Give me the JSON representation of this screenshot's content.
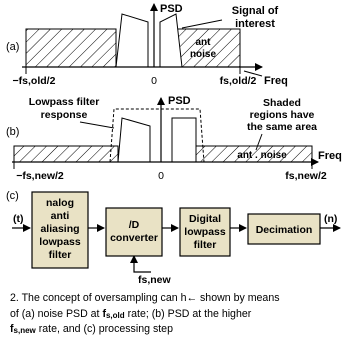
{
  "panel_a": {
    "tag": "(a)",
    "psd_label": "PSD",
    "signal_label_line1": "Signal of",
    "signal_label_line2": "interest",
    "noise_label_line1": "ant",
    "noise_label_line2": "noise",
    "freq_label": "Freq",
    "tick_left": "−fs,old/2",
    "tick_zero": "0",
    "tick_right": "fs,old/2"
  },
  "panel_b": {
    "tag": "(b)",
    "psd_label": "PSD",
    "filter_label_line1": "Lowpass filter",
    "filter_label_line2": "response",
    "shaded_label_line1": "Shaded",
    "shaded_label_line2": "regions have",
    "shaded_label_line3": "the same area",
    "noise_label": "ant . noise",
    "freq_label": "Freq",
    "tick_left": "−fs,new/2",
    "tick_zero": "0",
    "tick_right": "fs,new/2"
  },
  "panel_c": {
    "tag": "(c)",
    "input_label": "(t)",
    "output_label": "(n)",
    "clock_label": "fs,new",
    "blocks": [
      {
        "lines": [
          "nalog",
          "anti",
          "aliasing",
          "lowpass",
          "filter"
        ]
      },
      {
        "lines": [
          "/D",
          "converter"
        ]
      },
      {
        "lines": [
          "Digital",
          "lowpass",
          "filter"
        ]
      },
      {
        "lines": [
          "Decimation"
        ]
      }
    ]
  },
  "caption": {
    "line1": "2. The concept of oversampling can h← shown by means",
    "line2_pre": "of (a) noise PSD at ",
    "line2_sub_base": "f",
    "line2_sub": "s,old",
    "line2_mid": " rate; (b) ",
    "line2_post": " PSD at the higher",
    "line3_base": "f",
    "line3_sub": "s,new",
    "line3_post": "  rate, and (c) processing step"
  },
  "colors": {
    "block_fill": "#e9e2c5",
    "line": "#000000"
  }
}
